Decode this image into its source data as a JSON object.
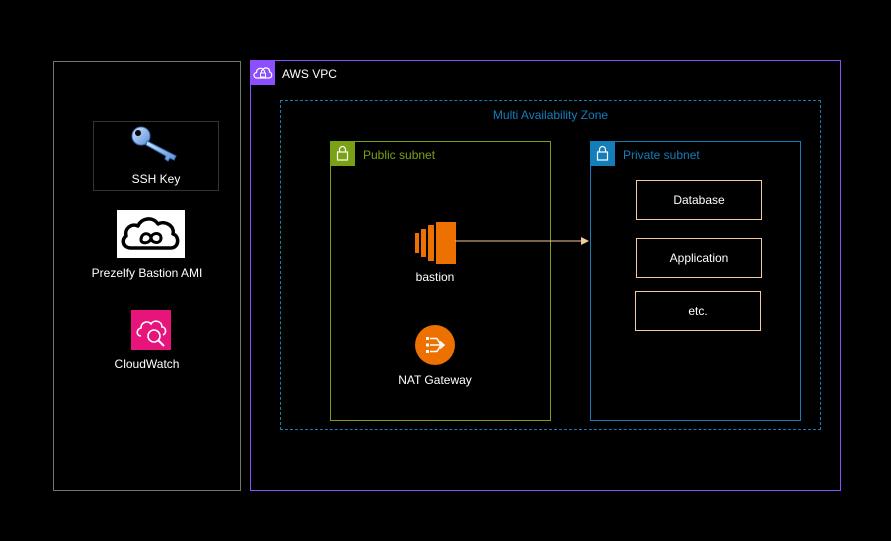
{
  "left_panel": {
    "ssh_key": {
      "label": "SSH Key",
      "icon": "key-icon"
    },
    "bastion_ami": {
      "label": "Prezelfy Bastion AMI",
      "icon": "cloud-logo-icon"
    },
    "cloudwatch": {
      "label": "CloudWatch",
      "icon": "cloudwatch-icon"
    }
  },
  "vpc": {
    "label": "AWS VPC",
    "color": "#8c4fff"
  },
  "zone": {
    "label": "Multi Availability Zone",
    "color": "#147eba"
  },
  "public_subnet": {
    "label": "Public subnet",
    "color": "#7aa116",
    "bastion": {
      "label": "bastion",
      "icon": "ec2-instance-icon"
    },
    "nat": {
      "label": "NAT Gateway",
      "icon": "nat-gateway-icon"
    }
  },
  "private_subnet": {
    "label": "Private subnet",
    "color": "#147eba",
    "services": [
      {
        "label": "Database"
      },
      {
        "label": "Application"
      },
      {
        "label": "etc."
      }
    ]
  },
  "colors": {
    "background": "#000000",
    "ec2_orange": "#ed7100",
    "cloudwatch_pink": "#e7157b",
    "service_border": "#f5c9a0"
  }
}
